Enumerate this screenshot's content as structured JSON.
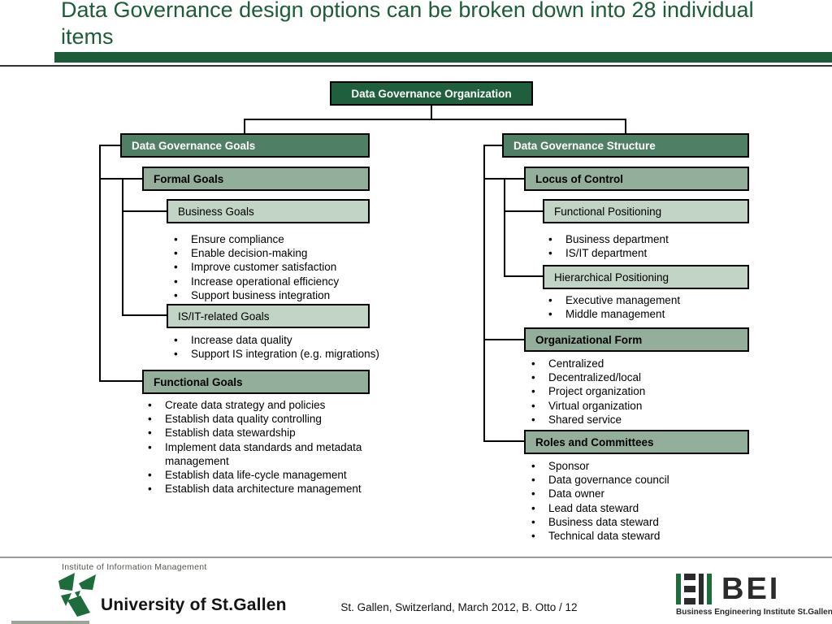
{
  "title": "Data Governance design options can be broken down into 28 individual items",
  "colors": {
    "title_green": "#1d5c38",
    "root_fill": "#1f5f3d",
    "branch_fill": "#4f7f64",
    "mid_fill": "#93af9b",
    "light_fill": "#c2d4c5",
    "connector": "#000000",
    "logo_green": "#1e6b3c"
  },
  "tree": {
    "root_label": "Data Governance Organization",
    "left": {
      "header": "Data Governance Goals",
      "formal_header": "Formal Goals",
      "business_header": "Business Goals",
      "business_bullets": [
        "Ensure compliance",
        "Enable decision-making",
        "Improve customer satisfaction",
        "Increase operational efficiency",
        "Support business integration"
      ],
      "isit_header": "IS/IT-related Goals",
      "isit_bullets": [
        "Increase data quality",
        "Support IS integration (e.g. migrations)"
      ],
      "functional_header": "Functional Goals",
      "functional_bullets": [
        "Create data strategy and policies",
        "Establish data quality controlling",
        "Establish data stewardship",
        "Implement data standards and metadata management",
        "Establish data life-cycle management",
        "Establish data architecture management"
      ]
    },
    "right": {
      "header": "Data Governance Structure",
      "locus_header": "Locus of Control",
      "funcpos_header": "Functional Positioning",
      "funcpos_bullets": [
        "Business department",
        "IS/IT department"
      ],
      "hierpos_header": "Hierarchical Positioning",
      "hierpos_bullets": [
        "Executive management",
        "Middle management"
      ],
      "orgform_header": "Organizational Form",
      "orgform_bullets": [
        "Centralized",
        "Decentralized/local",
        "Project organization",
        "Virtual organization",
        "Shared service"
      ],
      "roles_header": "Roles and Committees",
      "roles_bullets": [
        "Sponsor",
        "Data governance council",
        "Data owner",
        "Lead data steward",
        "Business data steward",
        "Technical data steward"
      ]
    }
  },
  "footer": {
    "institute": "Institute of Information Management",
    "university": "University of St.Gallen",
    "center_text": "St. Gallen, Switzerland, March 2012, B. Otto / 12",
    "bei_acronym": "BEI",
    "bei_subtitle": "Business Engineering Institute St.Gallen"
  }
}
